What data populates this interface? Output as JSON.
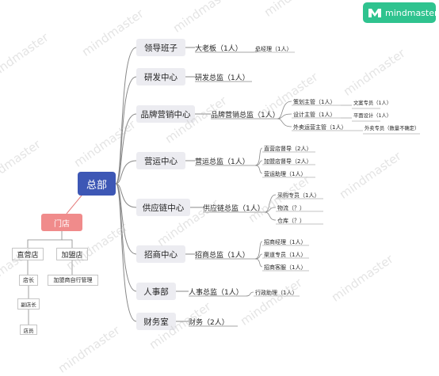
{
  "brand": {
    "name": "mindmaster"
  },
  "watermark": "mindmaster",
  "root": "总部",
  "branches": [
    {
      "label": "领导班子",
      "roles": [
        {
          "text": "大老板（1人）",
          "subs": [
            {
              "text": "总经理（1人）",
              "subs": []
            }
          ]
        }
      ]
    },
    {
      "label": "研发中心",
      "roles": [
        {
          "text": "研发总监（1人）",
          "subs": []
        }
      ]
    },
    {
      "label": "品牌营销中心",
      "roles": [
        {
          "text": "品牌营销总监（1人）",
          "subs": [
            {
              "text": "策划主管（1人）",
              "subs": [
                "文案专员（1人）"
              ]
            },
            {
              "text": "设计主管（1人）",
              "subs": [
                "平面设计（1人）"
              ]
            },
            {
              "text": "外卖运营主管（1人）",
              "subs": [
                "外卖专员（数量不确定）"
              ]
            }
          ]
        }
      ]
    },
    {
      "label": "营运中心",
      "roles": [
        {
          "text": "营运总监（1人）",
          "subs": [
            {
              "text": "直营店督导（2人）",
              "subs": []
            },
            {
              "text": "加盟店督导（2人）",
              "subs": []
            },
            {
              "text": "营运助理（1人）",
              "subs": []
            }
          ]
        }
      ]
    },
    {
      "label": "供应链中心",
      "roles": [
        {
          "text": "供应链总监（1人）",
          "subs": [
            {
              "text": "采购专员（1人）",
              "subs": []
            },
            {
              "text": "物流（？）",
              "subs": []
            },
            {
              "text": "仓库（？）",
              "subs": []
            }
          ]
        }
      ]
    },
    {
      "label": "招商中心",
      "roles": [
        {
          "text": "招商总监（1人）",
          "subs": [
            {
              "text": "招商经理（1人）",
              "subs": []
            },
            {
              "text": "渠道专员（1人）",
              "subs": []
            },
            {
              "text": "招商客服（1人）",
              "subs": []
            }
          ]
        }
      ]
    },
    {
      "label": "人事部",
      "roles": [
        {
          "text": "人事总监（1人）",
          "subs": [
            {
              "text": "行政助理（1人）",
              "subs": []
            }
          ]
        }
      ]
    },
    {
      "label": "财务室",
      "roles": [
        {
          "text": "财务（2人）",
          "subs": []
        }
      ]
    }
  ],
  "stores": {
    "label": "门店",
    "direct": {
      "label": "直营店",
      "chain": [
        "店长",
        "副店长",
        "店员"
      ]
    },
    "franchise": {
      "label": "加盟店",
      "chain": [
        "加盟商自行管理"
      ]
    }
  },
  "colors": {
    "root": "#3d57b5",
    "store": "#f08b8b",
    "branch_bg": "#ececf1",
    "line": "#888888",
    "store_line": "#e57b7b",
    "brand": "#2fc38f"
  }
}
